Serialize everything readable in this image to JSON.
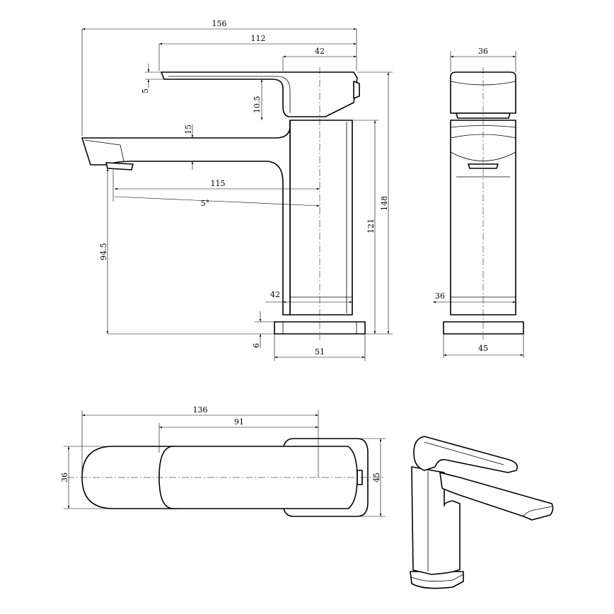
{
  "drawing": {
    "front_view": {
      "overall_length": "156",
      "lever_length": "112",
      "handle_width": "42",
      "lever_thickness": "5",
      "handle_gap": "10.5",
      "spout_thickness": "15",
      "spout_reach": "115",
      "spout_angle": "5°",
      "spout_height": "94.5",
      "body_height": "121",
      "total_height": "148",
      "body_width": "42",
      "base_height": "6",
      "base_width": "51"
    },
    "side_view": {
      "handle_width": "36",
      "body_width": "36",
      "base_width": "45"
    },
    "top_view": {
      "overall_length": "136",
      "body_length": "91",
      "spout_width": "36",
      "base_width": "45"
    }
  }
}
